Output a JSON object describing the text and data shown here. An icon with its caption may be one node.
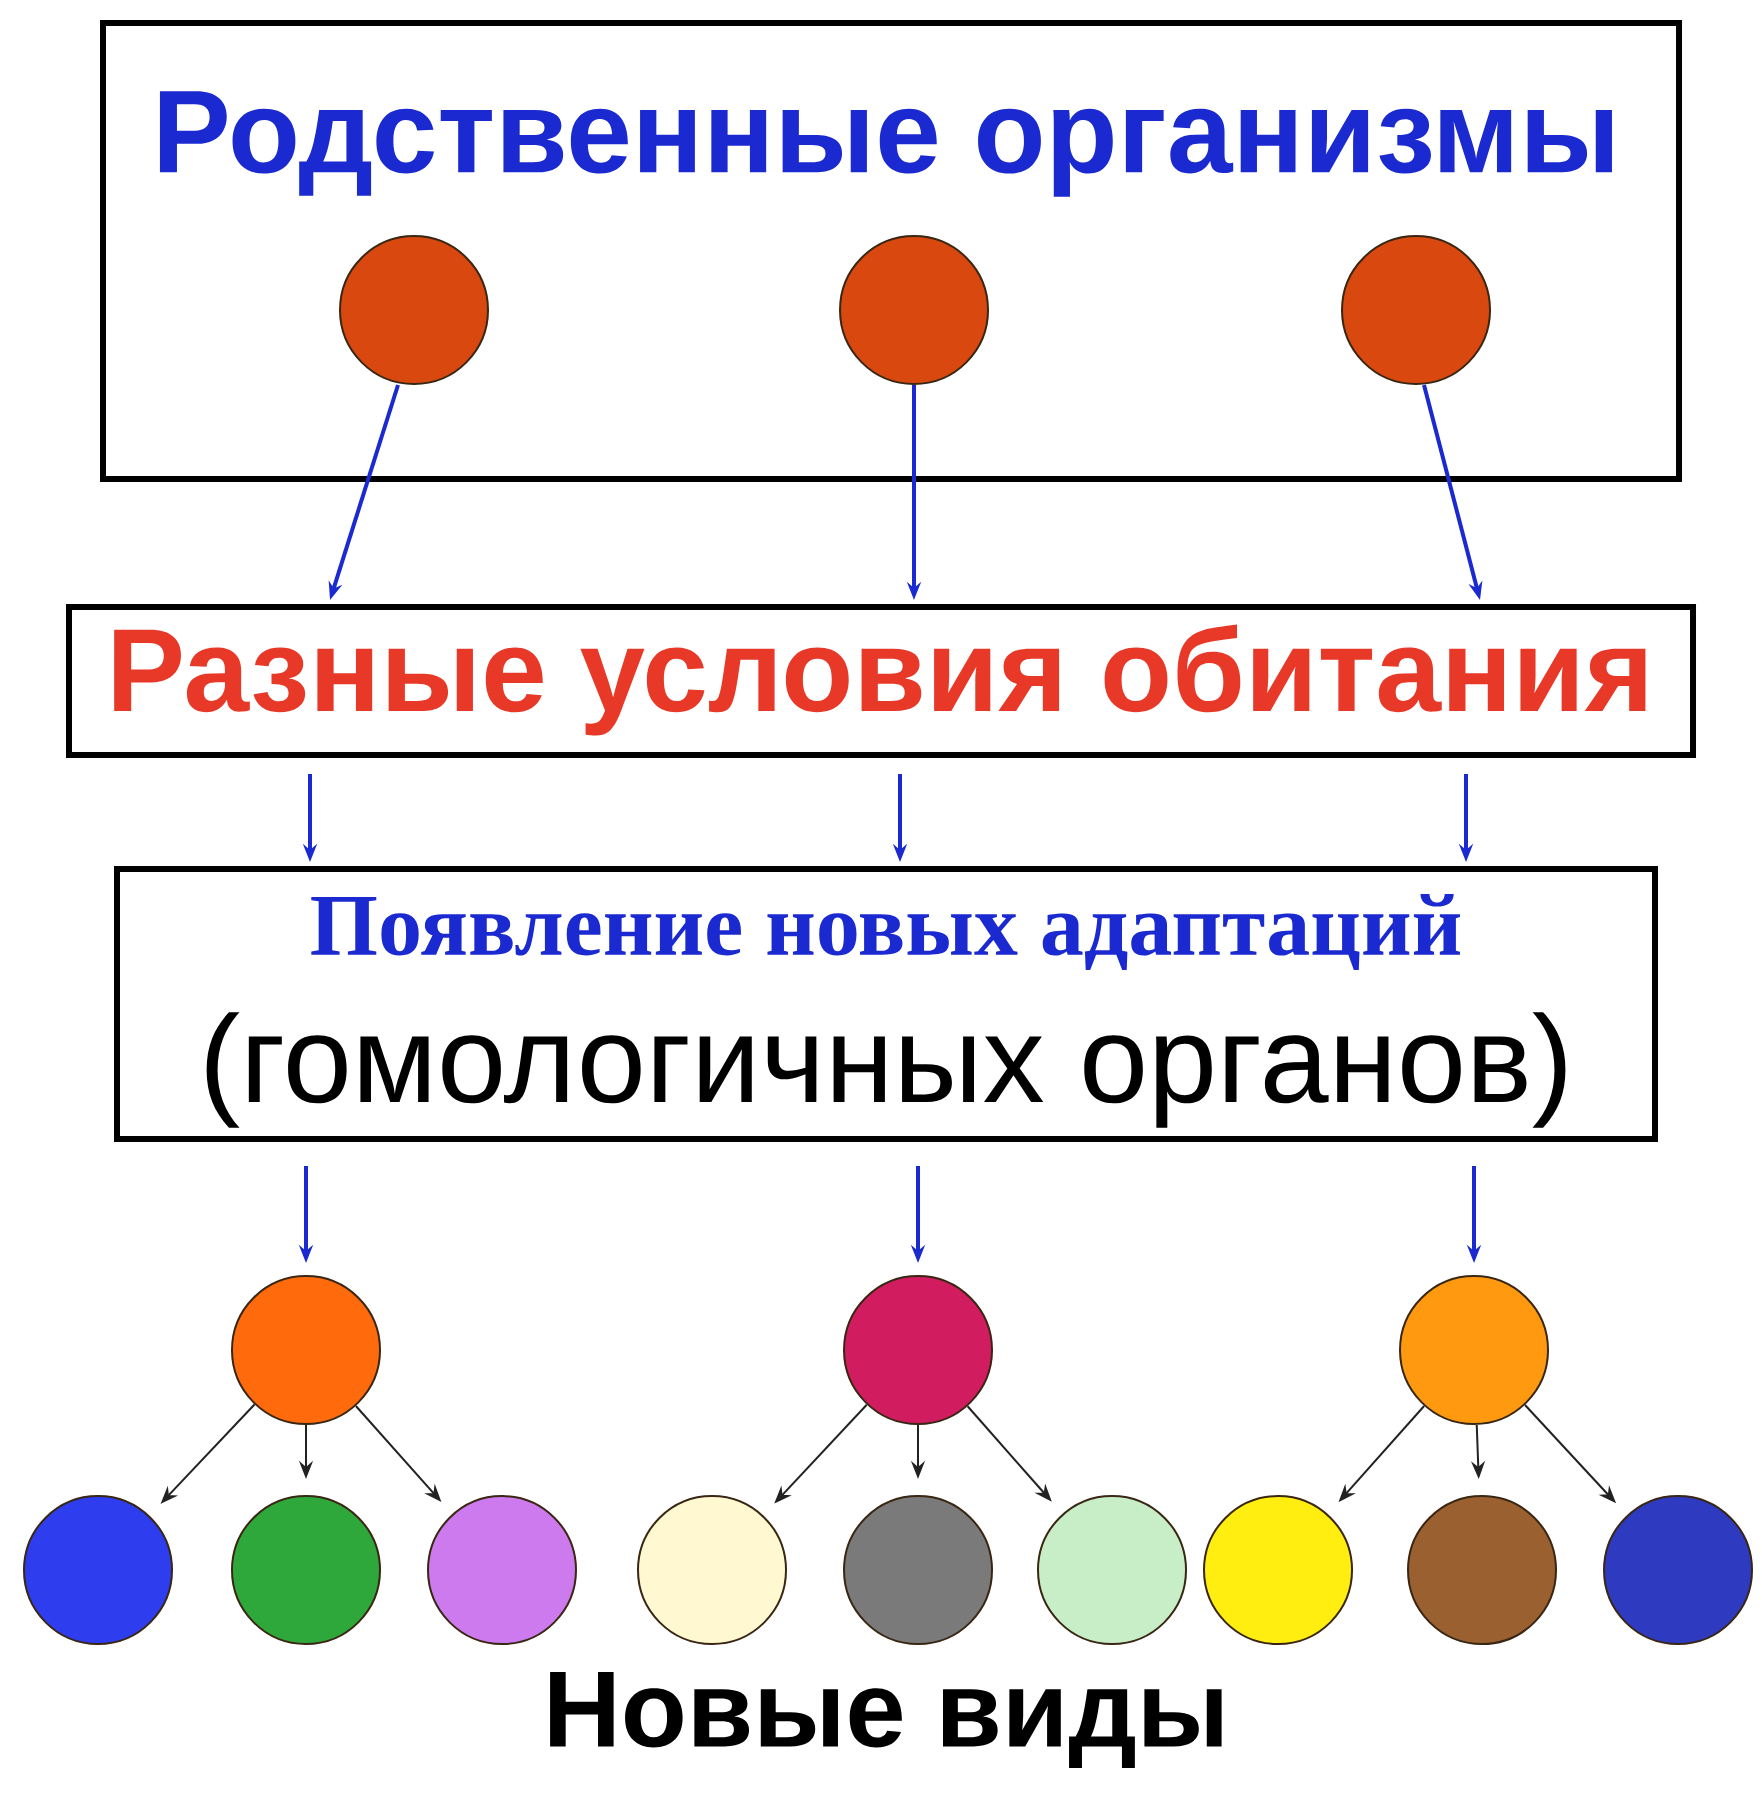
{
  "diagram": {
    "nodes": [
      {
        "text": [
          "Родственные организмы"
        ]
      },
      {
        "text": [],
        "shape": "circle",
        "in": 0
      },
      {
        "text": [],
        "shape": "circle",
        "in": 0
      },
      {
        "text": [],
        "shape": "circle",
        "in": 0
      },
      {
        "text": [
          "Разные условия обитания"
        ]
      },
      {
        "text": [
          "Появление новых адаптаций",
          "(гомологичных органов)"
        ]
      },
      {
        "text": [],
        "shape": "circle"
      },
      {
        "text": [],
        "shape": "circle"
      },
      {
        "text": [],
        "shape": "circle"
      },
      {
        "text": [],
        "shape": "circle"
      },
      {
        "text": [],
        "shape": "circle"
      },
      {
        "text": [],
        "shape": "circle"
      },
      {
        "text": [],
        "shape": "circle"
      },
      {
        "text": [],
        "shape": "circle"
      },
      {
        "text": [],
        "shape": "circle"
      },
      {
        "text": [],
        "shape": "circle"
      },
      {
        "text": [],
        "shape": "circle"
      },
      {
        "text": [],
        "shape": "circle"
      }
    ],
    "edges": [
      {
        "from": 1,
        "to": 4,
        "arrow": "to",
        "color": "#1a2ad0"
      },
      {
        "from": 2,
        "to": 4,
        "arrow": "to",
        "color": "#1a2ad0"
      },
      {
        "from": 3,
        "to": 4,
        "arrow": "to",
        "color": "#1a2ad0"
      },
      {
        "from": 4,
        "to": 5,
        "arrow": "to",
        "color": "#1a2ad0"
      },
      {
        "from": 4,
        "to": 5,
        "arrow": "to",
        "color": "#1a2ad0"
      },
      {
        "from": 4,
        "to": 5,
        "arrow": "to",
        "color": "#1a2ad0"
      },
      {
        "from": 5,
        "to": 6,
        "arrow": "to",
        "color": "#1a2ad0"
      },
      {
        "from": 5,
        "to": 7,
        "arrow": "to",
        "color": "#1a2ad0"
      },
      {
        "from": 5,
        "to": 8,
        "arrow": "to",
        "color": "#1a2ad0"
      },
      {
        "from": 6,
        "to": 9,
        "arrow": "to",
        "color": "#222222"
      },
      {
        "from": 6,
        "to": 10,
        "arrow": "to",
        "color": "#222222"
      },
      {
        "from": 6,
        "to": 11,
        "arrow": "to",
        "color": "#222222"
      },
      {
        "from": 7,
        "to": 12,
        "arrow": "to",
        "color": "#222222"
      },
      {
        "from": 7,
        "to": 13,
        "arrow": "to",
        "color": "#222222"
      },
      {
        "from": 7,
        "to": 14,
        "arrow": "to",
        "color": "#222222"
      },
      {
        "from": 8,
        "to": 15,
        "arrow": "to",
        "color": "#222222"
      },
      {
        "from": 8,
        "to": 16,
        "arrow": "to",
        "color": "#222222"
      },
      {
        "from": 8,
        "to": 17,
        "arrow": "to",
        "color": "#222222"
      }
    ],
    "labels": [
      "Новые виды"
    ]
  }
}
